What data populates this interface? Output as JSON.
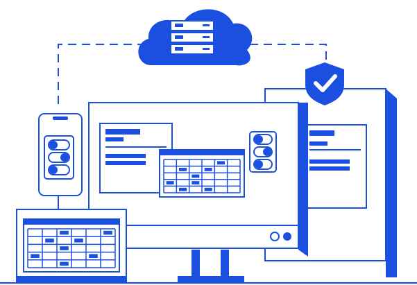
{
  "colors": {
    "primary": "#1a4fe0",
    "outline": "#1a4fe0",
    "background": "#ffffff",
    "panel_fill": "#ffffff"
  },
  "scene": {
    "cloud": {
      "icon": "cloud-server-icon",
      "server_units": 3
    },
    "shield": {
      "icon": "shield-check-icon"
    },
    "phone": {
      "icon": "smartphone-icon",
      "toggles": [
        "off",
        "on",
        "off"
      ]
    },
    "desktop_toggles": [
      "off",
      "on",
      "off"
    ],
    "monitor_dots": [
      "off",
      "on"
    ],
    "calendar_rows": 5,
    "calendar_cols": 6
  }
}
